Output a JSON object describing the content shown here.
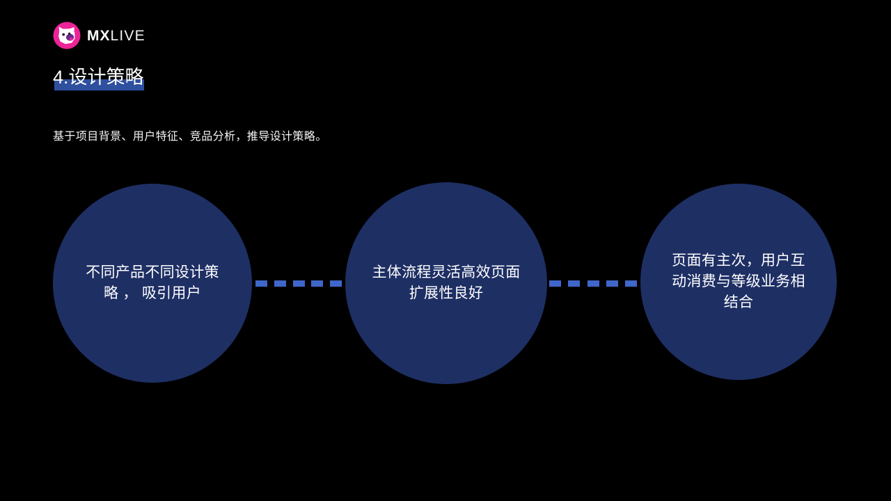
{
  "slide": {
    "background_color": "#000000",
    "brand": {
      "logo_icon": "mxlive-cat-logo-icon",
      "logo_circle_color": "#ec2497",
      "logo_face_color": "#ffffff",
      "logo_mouth_color": "#6b2a8f",
      "name_bold": "MX",
      "name_light": "LIVE"
    },
    "title": {
      "text": "4.设计策略",
      "highlight_color": "#2f4f9f"
    },
    "lead": "基于项目背景、用户特征、竞品分析，推导设计策略。"
  },
  "chart_data": {
    "type": "diagram",
    "title": "4.设计策略",
    "layout": "horizontal-chain",
    "node_fill_color": "#1e2f64",
    "node_text_color": "#ffffff",
    "connector_color": "#3f66c9",
    "connector_style": "dashed",
    "connector_dash_count": 5,
    "nodes": [
      {
        "id": "node-1",
        "label": "不同产品不同设计策略 ， 吸引用户"
      },
      {
        "id": "node-2",
        "label": "主体流程灵活高效页面扩展性良好"
      },
      {
        "id": "node-3",
        "label": "页面有主次，用户互动消费与等级业务相结合"
      }
    ],
    "connectors": [
      {
        "id": "connector-1",
        "from": "node-1",
        "to": "node-2"
      },
      {
        "id": "connector-2",
        "from": "node-2",
        "to": "node-3"
      }
    ]
  }
}
